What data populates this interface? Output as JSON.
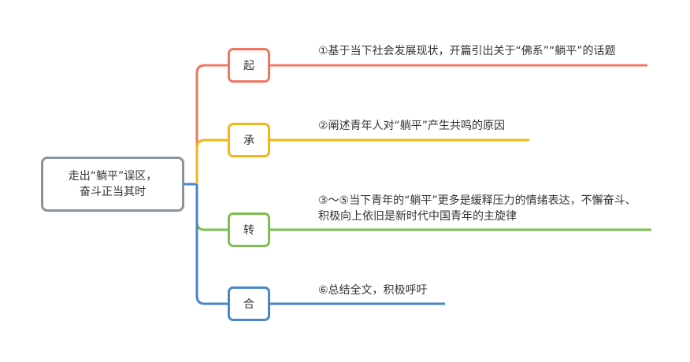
{
  "diagram": {
    "root": {
      "line1": "走出“躺平”误区，",
      "line2": "奋斗正当其时",
      "border_color": "#8a929c"
    },
    "branches": [
      {
        "key": "qi",
        "node_label": "起",
        "color": "#ef7663",
        "text": "①基于当下社会发展现状，开篇引出关于“佛系”“躺平”的话题"
      },
      {
        "key": "cheng",
        "node_label": "承",
        "color": "#f2b619",
        "text": "②阐述青年人对“躺平”产生共鸣的原因"
      },
      {
        "key": "zhuan",
        "node_label": "转",
        "color": "#7cc04f",
        "text": "③～⑤当下青年的“躺平”更多是缓释压力的情绪表达，不懈奋斗、积极向上依旧是新时代中国青年的主旋律"
      },
      {
        "key": "he",
        "node_label": "合",
        "color": "#4a86c8",
        "text": "⑥总结全文，积极呼吁"
      }
    ]
  }
}
